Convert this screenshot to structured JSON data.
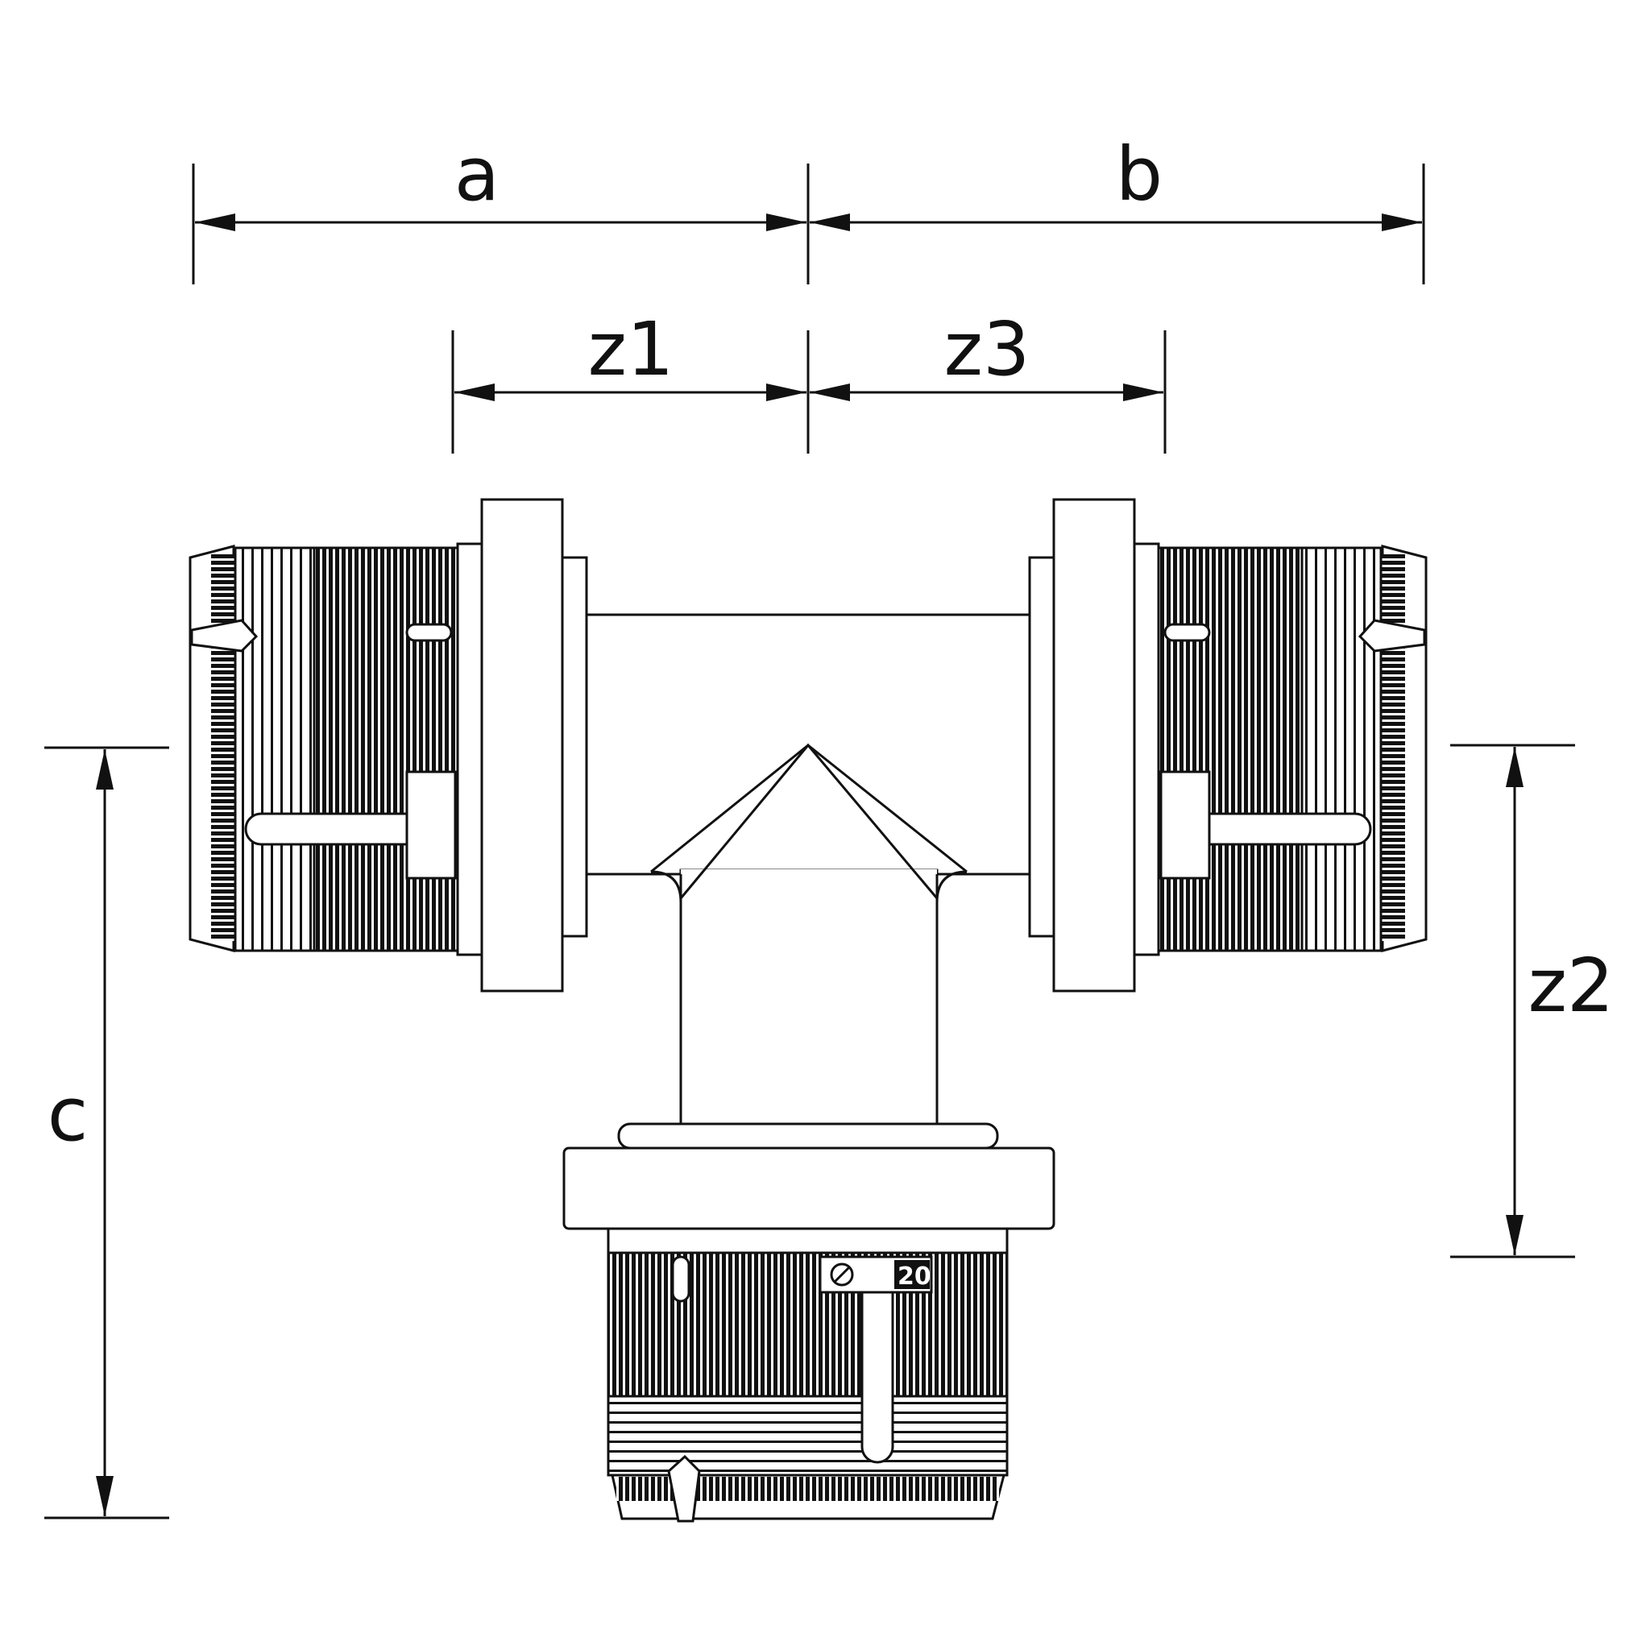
{
  "dimensions": {
    "a": "a",
    "b": "b",
    "c": "c",
    "z1": "z1",
    "z2": "z2",
    "z3": "z3"
  },
  "fitting_marking": {
    "size": "20",
    "icon": "circle-symbol-icon"
  },
  "colors": {
    "line": "#111111",
    "fill": "#ffffff"
  }
}
